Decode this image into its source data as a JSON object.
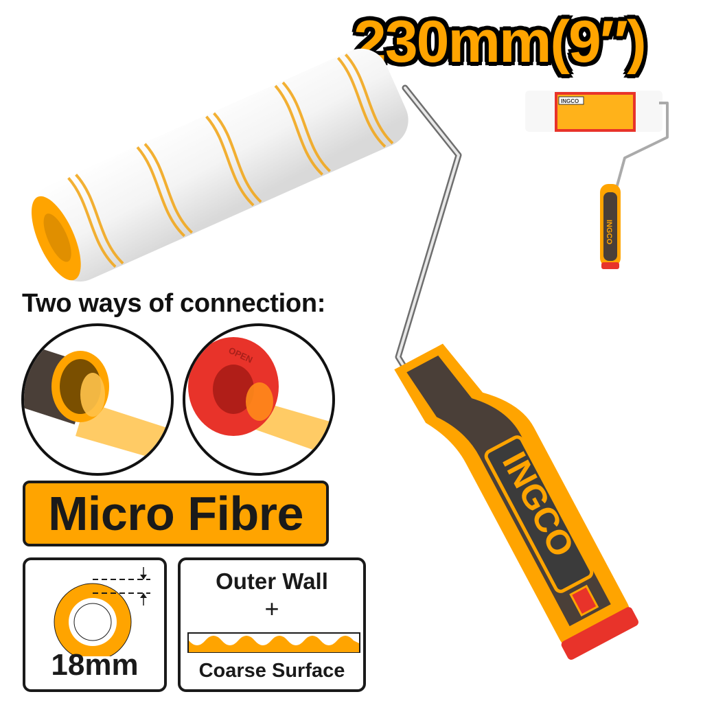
{
  "product": {
    "size_title": "230mm(9″)",
    "brand": "INGCO",
    "colors": {
      "accent": "#FFA400",
      "handle_dark": "#4a3f38",
      "cap_red": "#E8332A",
      "outline": "#1a1a1a"
    }
  },
  "connection": {
    "heading": "Two ways of connection:",
    "options": [
      {
        "name": "push-fit-socket",
        "icon": "hex-socket-icon"
      },
      {
        "name": "screw-cap",
        "icon": "threaded-cap-icon",
        "cap_label": "OPEN"
      }
    ]
  },
  "material": {
    "label": "Micro Fibre"
  },
  "specs": {
    "core": {
      "label": "18mm",
      "icon": "core-diameter-icon"
    },
    "application": {
      "line1": "Outer Wall",
      "plus": "+",
      "line2": "Coarse Surface",
      "icon": "coarse-surface-wave-icon"
    }
  },
  "thumbnail": {
    "package_brand": "INGCO",
    "handle_brand": "INGCO"
  }
}
